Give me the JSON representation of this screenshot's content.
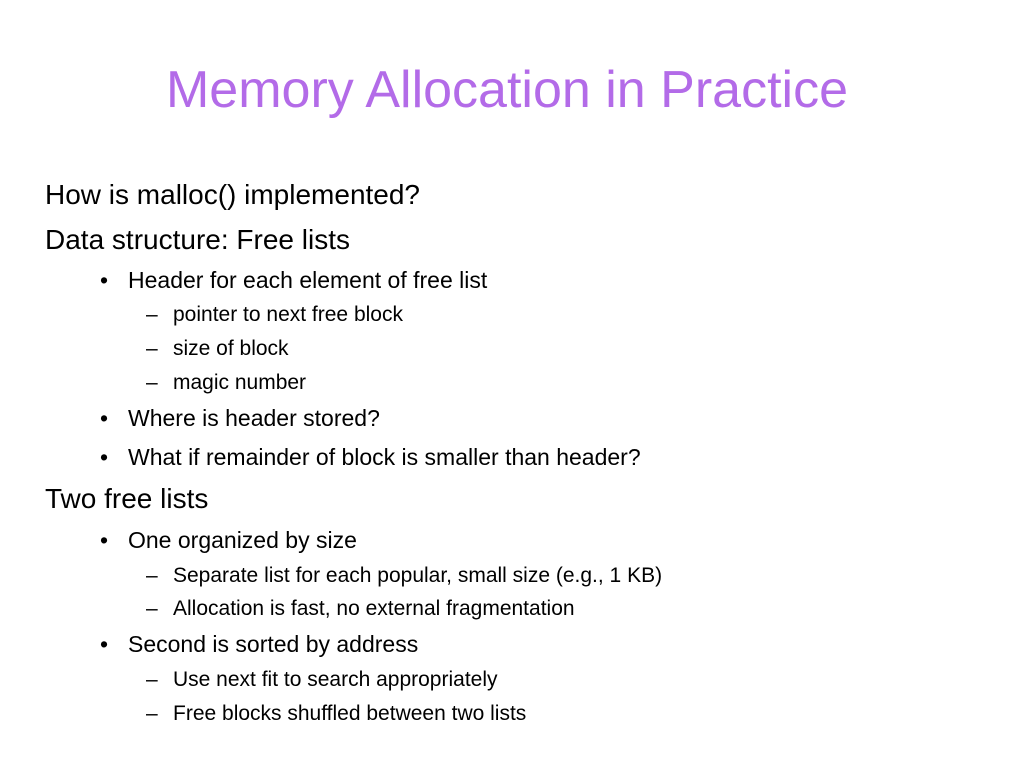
{
  "title": "Memory Allocation in Practice",
  "colors": {
    "title": "#b36be8",
    "text": "#000000",
    "background": "#ffffff"
  },
  "markers": {
    "bullet": "•",
    "dash": "–"
  },
  "lines": [
    {
      "level": 1,
      "text": "How is malloc() implemented?"
    },
    {
      "level": 1,
      "text": "Data structure: Free lists"
    },
    {
      "level": 2,
      "text": "Header for each element of free list"
    },
    {
      "level": 3,
      "text": "pointer to next free block"
    },
    {
      "level": 3,
      "text": "size of block"
    },
    {
      "level": 3,
      "text": "magic number"
    },
    {
      "level": 2,
      "text": "Where is header stored?"
    },
    {
      "level": 2,
      "text": "What if remainder of block is smaller than header?"
    },
    {
      "level": 1,
      "text": "Two free lists"
    },
    {
      "level": 2,
      "text": "One organized by size"
    },
    {
      "level": 3,
      "text": "Separate list for each popular, small size (e.g., 1 KB)"
    },
    {
      "level": 3,
      "text": "Allocation is fast, no external fragmentation"
    },
    {
      "level": 2,
      "text": "Second is sorted by address"
    },
    {
      "level": 3,
      "text": "Use next fit to search appropriately"
    },
    {
      "level": 3,
      "text": "Free blocks shuffled between two lists"
    }
  ]
}
